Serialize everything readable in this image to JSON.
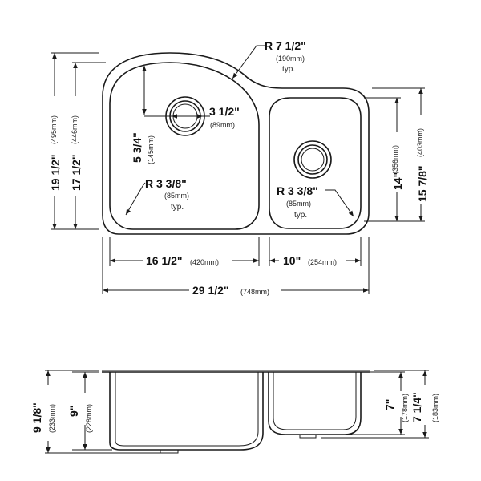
{
  "top_view": {
    "overall_width": {
      "main": "29 1/2\"",
      "metric": "(748mm)"
    },
    "left_bowl_width": {
      "main": "16 1/2\"",
      "metric": "(420mm)"
    },
    "right_bowl_width": {
      "main": "10\"",
      "metric": "(254mm)"
    },
    "overall_depth": {
      "main": "19 1/2\"",
      "metric": "(495mm)"
    },
    "left_bowl_depth": {
      "main": "17 1/2\"",
      "metric": "(446mm)"
    },
    "right_outer_depth": {
      "main": "15 7/8\"",
      "metric": "(403mm)"
    },
    "right_bowl_depth": {
      "main": "14\"",
      "metric": "(356mm)"
    },
    "drain_offset": {
      "main": "5 3/4\"",
      "metric": "(145mm)"
    },
    "drain_diameter": {
      "main": "3 1/2\"",
      "metric": "(89mm)"
    },
    "top_radius": {
      "main": "R 7 1/2\"",
      "metric": "(190mm)",
      "note": "typ."
    },
    "left_corner_radius": {
      "main": "R 3 3/8\"",
      "metric": "(85mm)",
      "note": "typ."
    },
    "right_corner_radius": {
      "main": "R 3 3/8\"",
      "metric": "(85mm)",
      "note": "typ."
    }
  },
  "side_view": {
    "overall_height": {
      "main": "9 1/8\"",
      "metric": "(233mm)"
    },
    "left_bowl_height": {
      "main": "9\"",
      "metric": "(228mm)"
    },
    "right_bowl_height": {
      "main": "7\"",
      "metric": "(178mm)"
    },
    "right_overall_height": {
      "main": "7 1/4\"",
      "metric": "(183mm)"
    }
  }
}
